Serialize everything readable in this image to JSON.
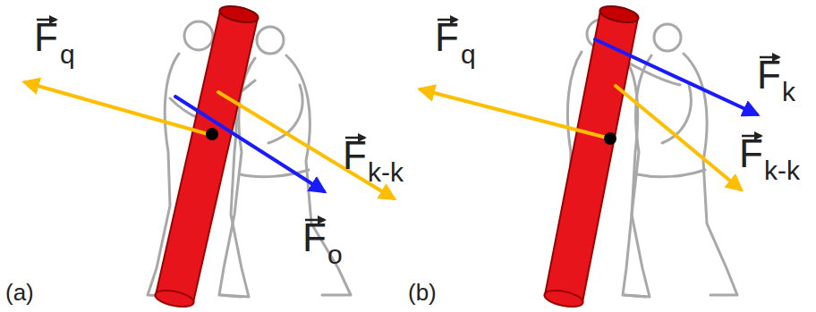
{
  "diagram": {
    "labels": [
      "F",
      "q",
      "F",
      "k-k",
      "F",
      "o",
      "F",
      "q",
      "F",
      "k",
      "F",
      "k-k",
      "(a)",
      "(b)"
    ]
  }
}
